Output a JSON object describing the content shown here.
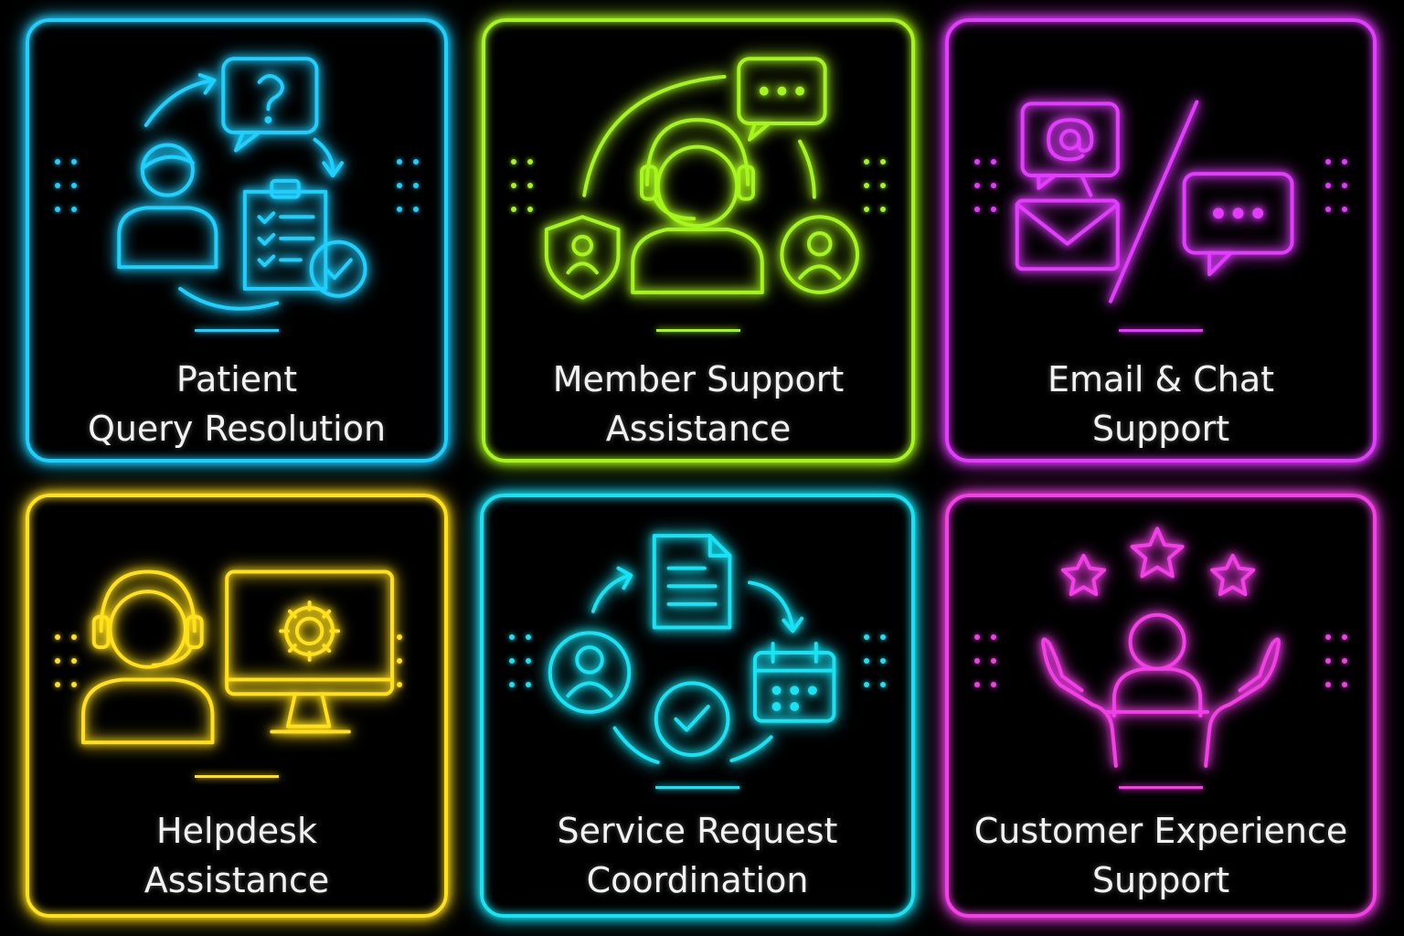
{
  "cards": [
    {
      "line1": "Patient",
      "line2": "Query Resolution",
      "color": "#1fd0ff",
      "icon": "patient-query-icon"
    },
    {
      "line1": "Member Support",
      "line2": "Assistance",
      "color": "#a6f51c",
      "icon": "member-support-icon"
    },
    {
      "line1": "Email & Chat",
      "line2": "Support",
      "color": "#e23cff",
      "icon": "email-chat-icon"
    },
    {
      "line1": "Helpdesk",
      "line2": "Assistance",
      "color": "#ffe01a",
      "icon": "helpdesk-icon"
    },
    {
      "line1": "Service Request",
      "line2": "Coordination",
      "color": "#17e3f5",
      "icon": "service-request-icon"
    },
    {
      "line1": "Customer Experience",
      "line2": "Support",
      "color": "#f23fe6",
      "icon": "customer-experience-icon"
    }
  ]
}
